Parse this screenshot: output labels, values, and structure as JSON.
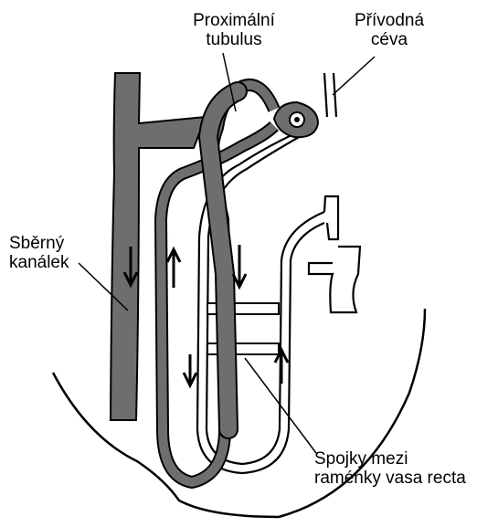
{
  "labels": {
    "proximal": [
      "Proximální",
      "tubulus"
    ],
    "afferent": [
      "Přívodná",
      "céva"
    ],
    "collecting": [
      "Sběrný",
      "kanálek"
    ],
    "anastomoses": [
      "Spojky mezi",
      "raménky vasa recta"
    ]
  },
  "colors": {
    "tubule": "#6e6e6e",
    "outline": "#000000",
    "background": "#ffffff"
  }
}
